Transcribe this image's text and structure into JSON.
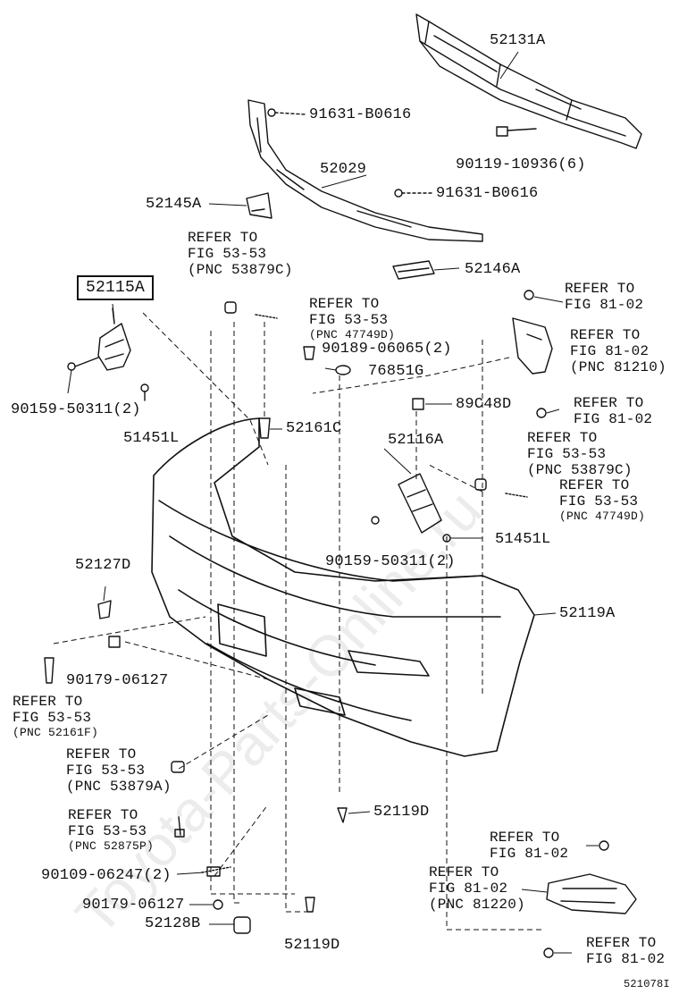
{
  "watermark": "Toyota-Parts-Online.ru",
  "corner_code": "521078I",
  "highlighted_part": "52115A",
  "parts": {
    "p52131A": "52131A",
    "p91631_top": "91631-B0616",
    "p52029": "52029",
    "p90119": "90119-10936(6)",
    "p52145A": "52145A",
    "p91631_mid": "91631-B0616",
    "p52146A": "52146A",
    "p90159_left": "90159-50311(2)",
    "p51451L_left": "51451L",
    "p90189": "90189-06065(2)",
    "p76851G": "76851G",
    "p89C48D": "89C48D",
    "p52161C": "52161C",
    "p52116A": "52116A",
    "p51451L_right": "51451L",
    "p90159_right": "90159-50311(2)",
    "p52127D": "52127D",
    "p52119A": "52119A",
    "p90179_top": "90179-06127",
    "p52119D_mid": "52119D",
    "p90109": "90109-06247(2)",
    "p90179_bottom": "90179-06127",
    "p52128B": "52128B",
    "p52119D_bottom": "52119D"
  },
  "references": {
    "r_53879C_top": {
      "l1": "REFER TO",
      "l2": "FIG 53-53",
      "l3": "(PNC 53879C)"
    },
    "r_47749D_top": {
      "l1": "REFER TO",
      "l2": "FIG 53-53",
      "l3": "(PNC 47749D)"
    },
    "r_81_02_a": {
      "l1": "REFER TO",
      "l2": "FIG 81-02"
    },
    "r_81210": {
      "l1": "REFER TO",
      "l2": "FIG 81-02",
      "l3": "(PNC 81210)"
    },
    "r_81_02_b": {
      "l1": "REFER TO",
      "l2": "FIG 81-02"
    },
    "r_53879C_right": {
      "l1": "REFER TO",
      "l2": "FIG 53-53",
      "l3": "(PNC 53879C)"
    },
    "r_47749D_right": {
      "l1": "REFER TO",
      "l2": "FIG 53-53",
      "l3": "(PNC 47749D)"
    },
    "r_52161F": {
      "l1": "REFER TO",
      "l2": "FIG 53-53",
      "l3": "(PNC 52161F)"
    },
    "r_53879A": {
      "l1": "REFER TO",
      "l2": "FIG 53-53",
      "l3": "(PNC 53879A)"
    },
    "r_52875P": {
      "l1": "REFER TO",
      "l2": "FIG 53-53",
      "l3": "(PNC 52875P)"
    },
    "r_81_02_c": {
      "l1": "REFER TO",
      "l2": "FIG 81-02"
    },
    "r_81220": {
      "l1": "REFER TO",
      "l2": "FIG 81-02",
      "l3": "(PNC 81220)"
    },
    "r_81_02_d": {
      "l1": "REFER TO",
      "l2": "FIG 81-02"
    }
  }
}
